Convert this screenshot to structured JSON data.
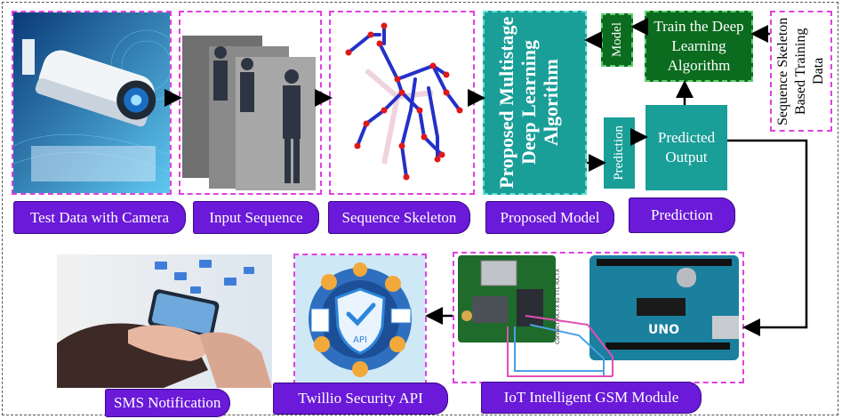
{
  "pipeline": {
    "test_data_label": "Test Data with Camera",
    "input_sequence_label": "Input Sequence",
    "sequence_skeleton_label": "Sequence Skeleton",
    "proposed_model_label": "Proposed Model",
    "prediction_pill_label": "Prediction"
  },
  "model_block": {
    "algorithm_text": "Proposed Multistage Deep Learning Algorithm",
    "model_text": "Model",
    "train_text": "Train the Deep Learning Algorithm",
    "training_data_text": "Sequence Skeleton Based Training Data",
    "prediction_text": "Prediction",
    "predicted_output_text": "Predicted Output"
  },
  "bottom_row": {
    "sms_label": "SMS Notification",
    "twillio_label": "Twillio Security API",
    "gsm_label": "IoT Intelligent GSM Module",
    "api_badge_text": "API",
    "arduino_brand": "UNO",
    "wire_note": "Connect RX,TX to TTL RX,TX"
  },
  "colors": {
    "pill_purple": "#6a1ad8",
    "teal": "#1a9e98",
    "dark_green": "#0b6b1e",
    "dashed_magenta": "#e040e0"
  }
}
